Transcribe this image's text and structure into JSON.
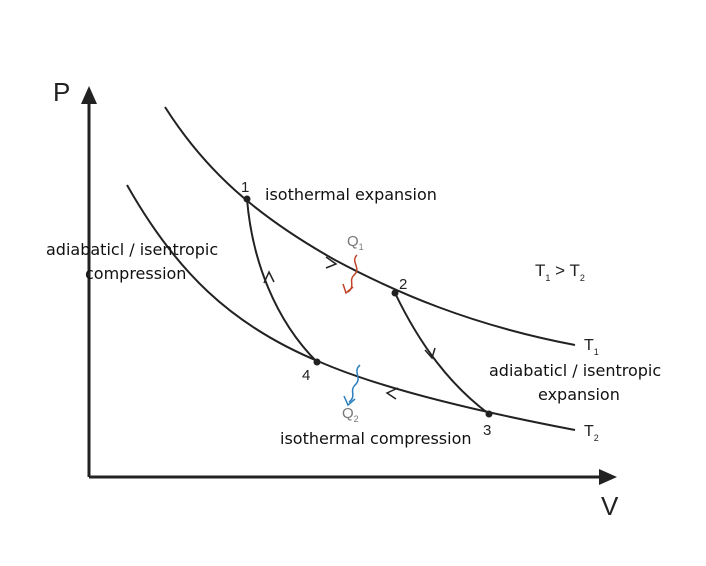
{
  "axes": {
    "y_label": "P",
    "x_label": "V"
  },
  "points": {
    "p1": "1",
    "p2": "2",
    "p3": "3",
    "p4": "4"
  },
  "isotherms": {
    "hot": {
      "letter": "T",
      "sub": "1"
    },
    "cold": {
      "letter": "T",
      "sub": "2"
    }
  },
  "heat": {
    "in": {
      "letter": "Q",
      "sub": "1",
      "color": "#c0442a"
    },
    "out": {
      "letter": "Q",
      "sub": "2",
      "color": "#2a7fc0"
    }
  },
  "condition": {
    "t1": "T",
    "t1_sub": "1",
    "op": " > ",
    "t2": "T",
    "t2_sub": "2"
  },
  "annotations": {
    "isothermal_expansion": "isothermal expansion",
    "adiabatic_compression_line1": "adiabaticl / isentropic",
    "adiabatic_compression_line2": "compression",
    "adiabatic_expansion_line1": "adiabaticl / isentropic",
    "adiabatic_expansion_line2": "expansion",
    "isothermal_compression": "isothermal compression"
  }
}
